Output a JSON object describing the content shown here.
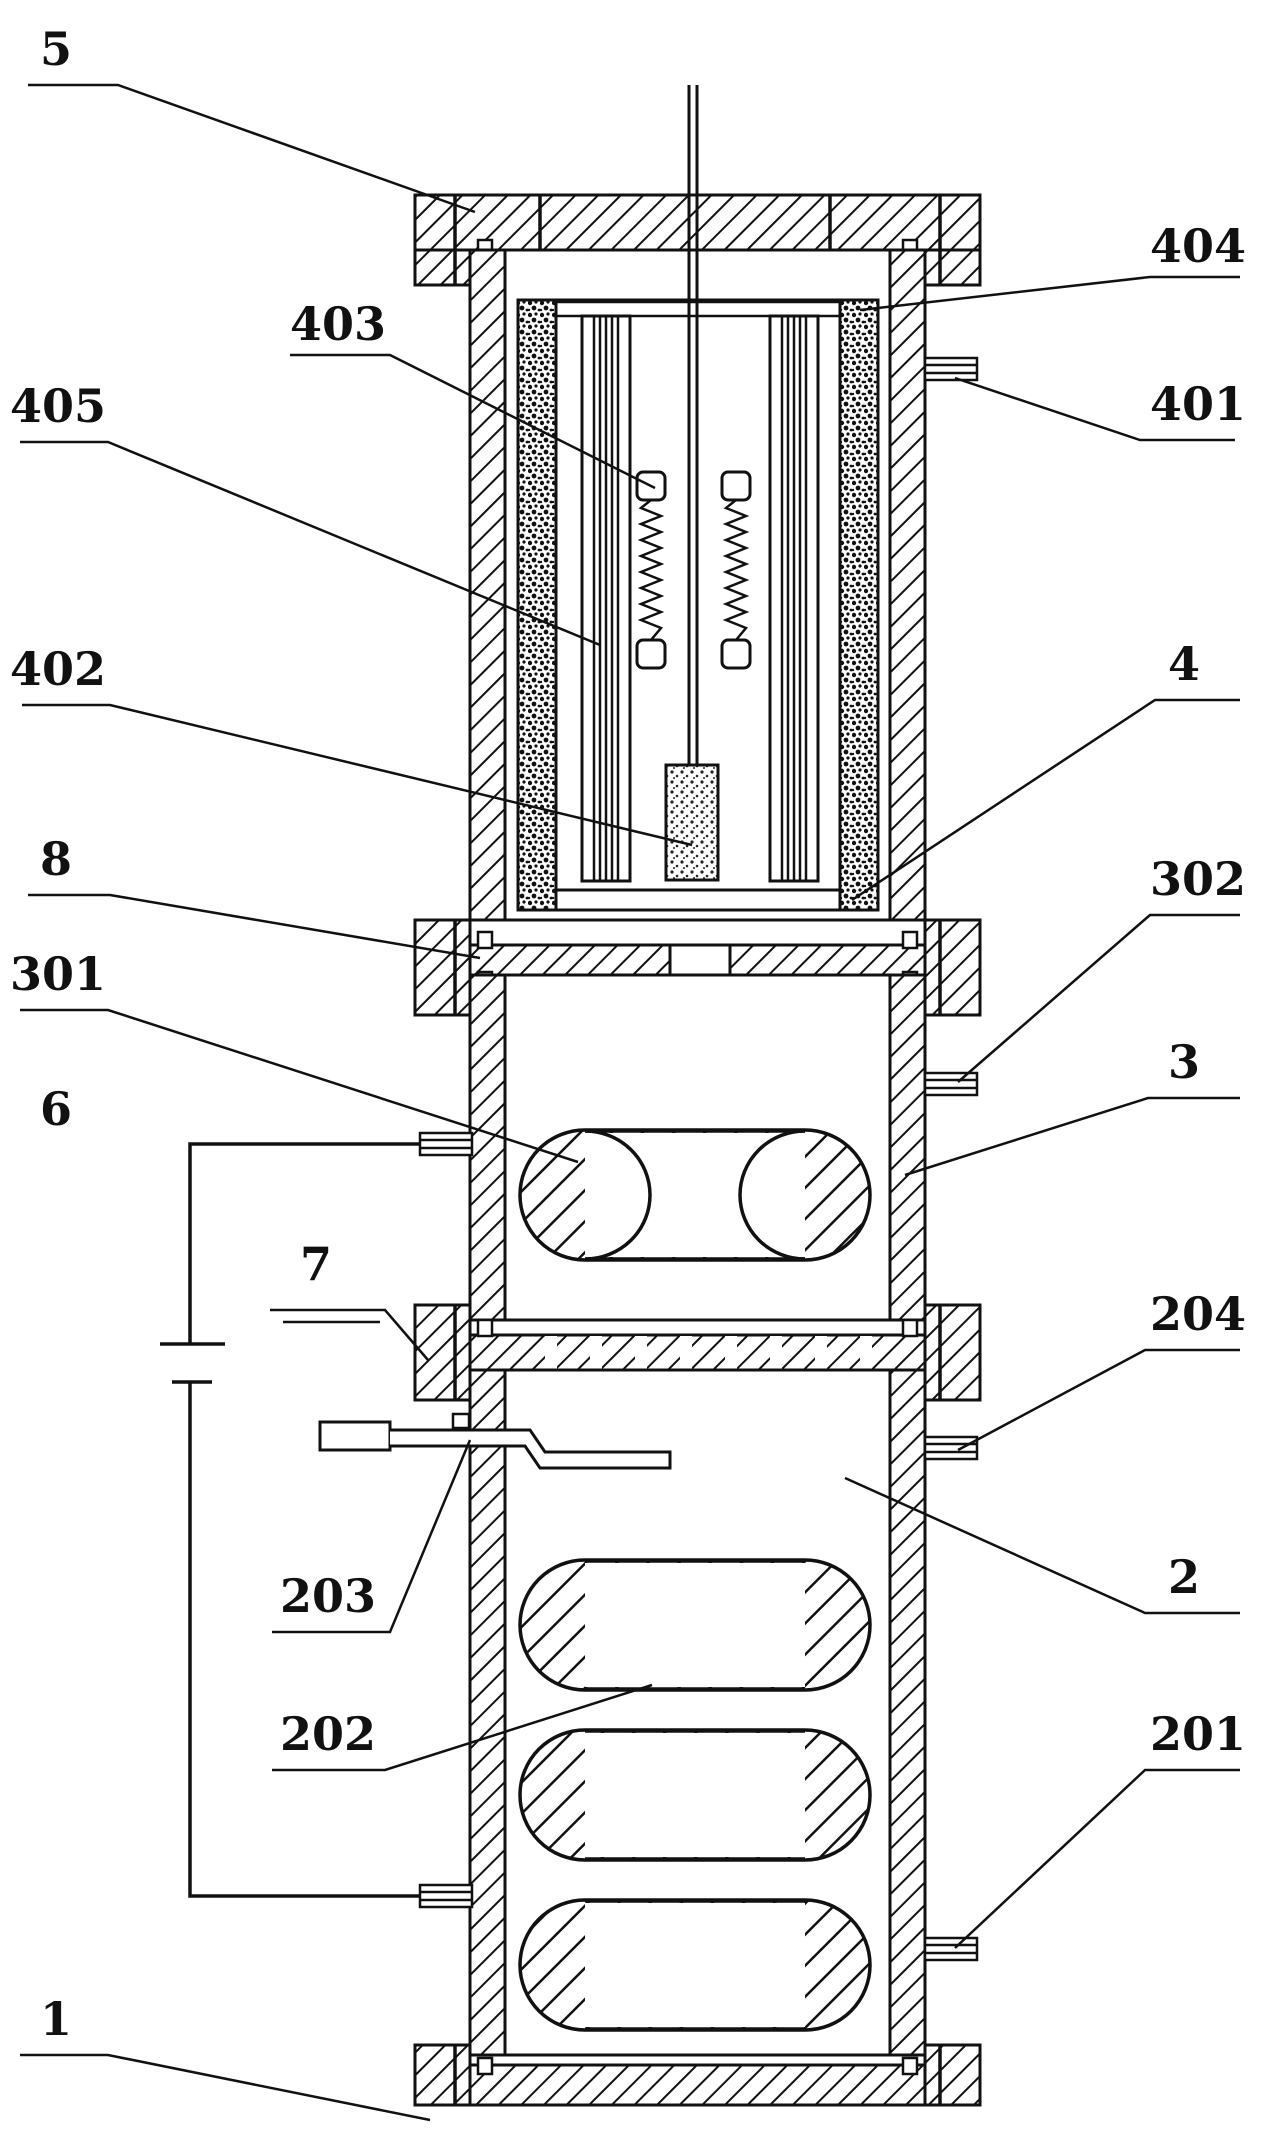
{
  "labels": {
    "l5": "5",
    "l404": "404",
    "l403": "403",
    "l401": "401",
    "l405": "405",
    "l402": "402",
    "l4": "4",
    "l8": "8",
    "l302": "302",
    "l301": "301",
    "l3": "3",
    "l6": "6",
    "l7": "7",
    "l204": "204",
    "l203": "203",
    "l2": "2",
    "l202": "202",
    "l201": "201",
    "l1": "1"
  }
}
